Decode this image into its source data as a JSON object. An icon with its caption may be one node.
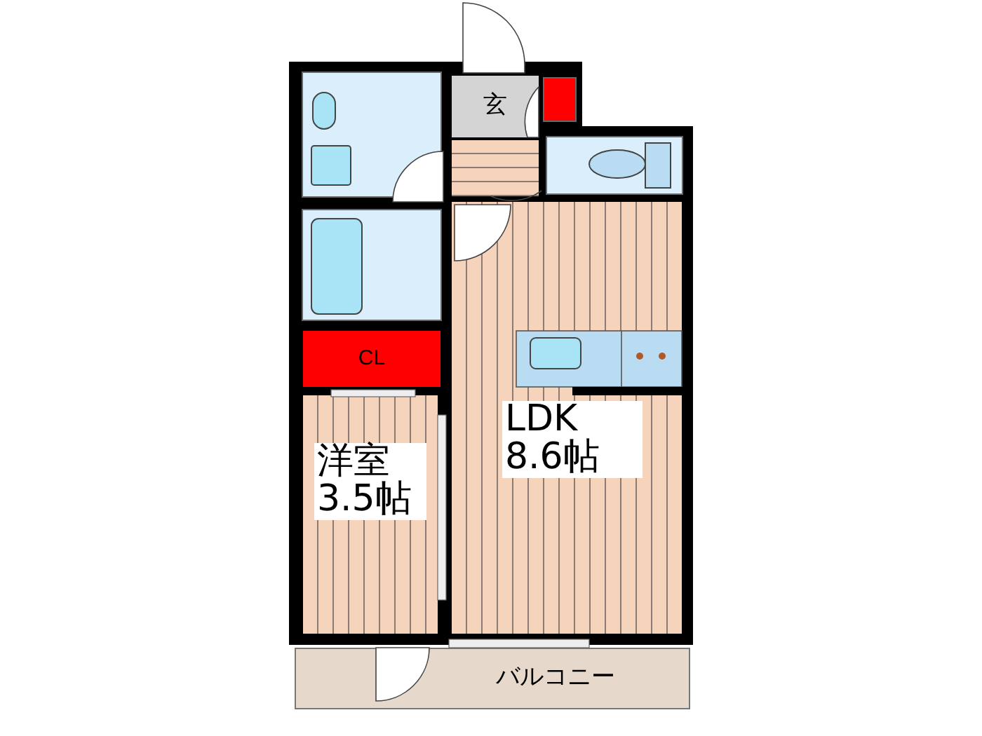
{
  "diagram": {
    "nodes": [
      {
        "text": [],
        "shape": "box"
      },
      {
        "text": [
          "玄"
        ]
      },
      {
        "text": [],
        "shape": "box"
      },
      {
        "text": [],
        "shape": "box"
      },
      {
        "text": [],
        "shape": "box"
      },
      {
        "text": [
          "CL"
        ]
      },
      {
        "text": [
          "洋室",
          "3.5帖"
        ]
      },
      {
        "text": [
          "LDK",
          "8.6帖"
        ]
      },
      {
        "text": [
          "バルコニー"
        ]
      }
    ]
  }
}
